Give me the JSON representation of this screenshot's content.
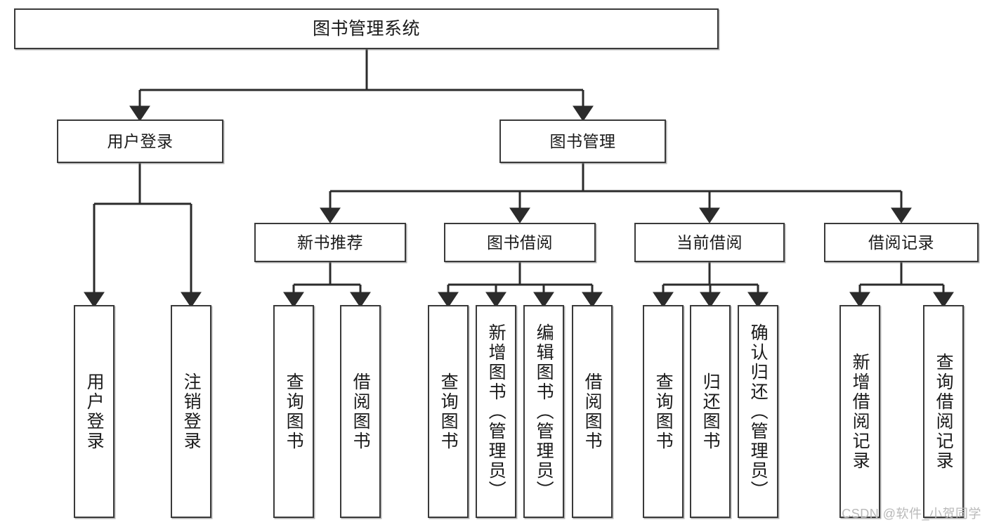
{
  "diagram": {
    "title": "图书管理系统",
    "type": "tree-hierarchy-chart",
    "watermark": "CSDN @软件_小贺同学",
    "colors": {
      "box_border": "#3a3a3a",
      "box_fill": "#ffffff",
      "connector": "#2b2b2b",
      "text": "#1a1a1a",
      "watermark": "#b9b9b9"
    },
    "nodes": {
      "root": {
        "label": "图书管理系统"
      },
      "level2": [
        {
          "label": "用户登录"
        },
        {
          "label": "图书管理"
        }
      ],
      "level3": [
        {
          "label": "新书推荐"
        },
        {
          "label": "图书借阅"
        },
        {
          "label": "当前借阅"
        },
        {
          "label": "借阅记录"
        }
      ],
      "leaves_user_login": [
        {
          "label": "用户登录"
        },
        {
          "label": "注销登录"
        }
      ],
      "leaves_new_book": [
        {
          "label": "查询图书"
        },
        {
          "label": "借阅图书"
        }
      ],
      "leaves_borrow": [
        {
          "label": "查询图书"
        },
        {
          "label": "新增图书（管理员）"
        },
        {
          "label": "编辑图书（管理员）"
        },
        {
          "label": "借阅图书"
        }
      ],
      "leaves_current": [
        {
          "label": "查询图书"
        },
        {
          "label": "归还图书"
        },
        {
          "label": "确认归还（管理员）"
        }
      ],
      "leaves_records": [
        {
          "label": "新增借阅记录"
        },
        {
          "label": "查询借阅记录"
        }
      ]
    }
  }
}
